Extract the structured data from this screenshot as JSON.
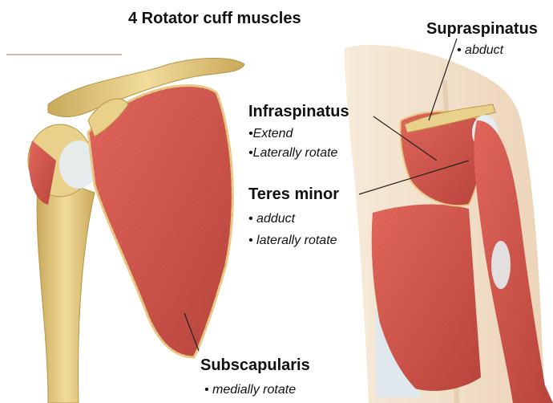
{
  "title": "4 Rotator cuff muscles",
  "labels": {
    "supraspinatus": {
      "name": "Supraspinatus",
      "actions": [
        "• abduct"
      ]
    },
    "infraspinatus": {
      "name": "Infraspinatus",
      "actions": [
        "•Extend",
        "•Laterally rotate"
      ]
    },
    "teres_minor": {
      "name": "Teres minor",
      "actions": [
        "• adduct",
        "• laterally rotate"
      ]
    },
    "subscapularis": {
      "name": "Subscapularis",
      "actions": [
        "• medially rotate"
      ]
    }
  },
  "colors": {
    "muscle": "#d9584e",
    "muscle_dark": "#b8443b",
    "bone": "#e8d08a",
    "bone_dark": "#c9a95a",
    "tendon": "#dfe8ec",
    "skin": "#f3e0c8",
    "text": "#111111"
  }
}
